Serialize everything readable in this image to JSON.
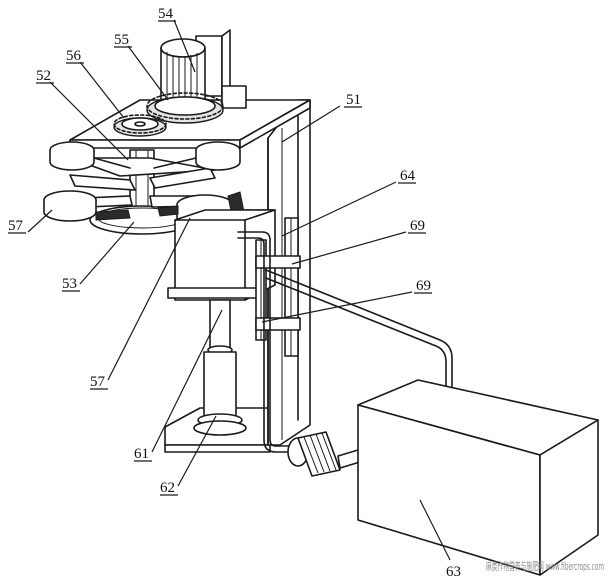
{
  "labels": {
    "l54": "54",
    "l55": "55",
    "l56": "56",
    "l52": "52",
    "l51": "51",
    "l64": "64",
    "l69a": "69",
    "l69b": "69",
    "l57a": "57",
    "l53": "53",
    "l57b": "57",
    "l61": "61",
    "l62": "62",
    "l63": "63"
  },
  "watermark": "麻类作物营养与施肥网 www.fibercrops.com"
}
